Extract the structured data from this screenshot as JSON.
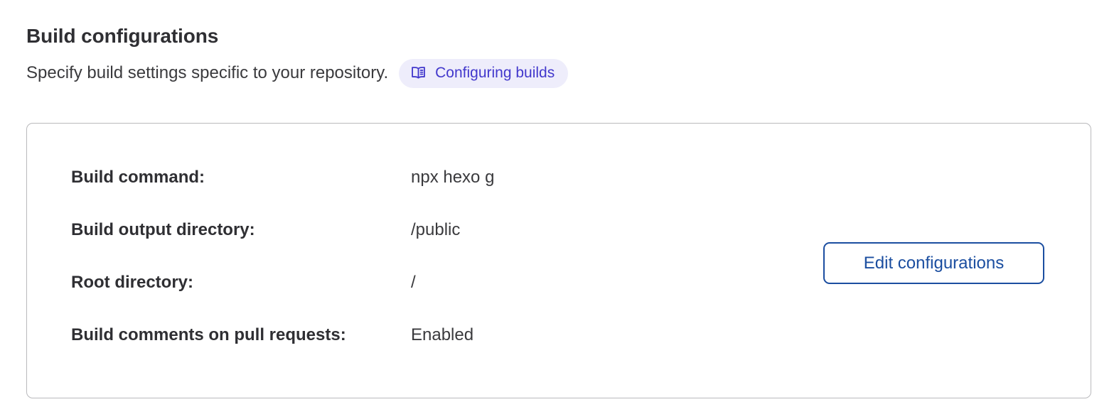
{
  "header": {
    "title": "Build configurations",
    "subtitle": "Specify build settings specific to your repository.",
    "doc_badge": {
      "label": "Configuring builds",
      "icon": "open-book-icon",
      "background_color": "#eeedfb",
      "text_color": "#4238cc"
    }
  },
  "card": {
    "border_color": "#b9b9bc",
    "rows": [
      {
        "label": "Build command:",
        "value": "npx hexo g"
      },
      {
        "label": "Build output directory:",
        "value": "/public"
      },
      {
        "label": "Root directory:",
        "value": "/"
      },
      {
        "label": "Build comments on pull requests:",
        "value": "Enabled"
      }
    ],
    "edit_button": {
      "label": "Edit configurations",
      "border_color": "#1b4ea0",
      "text_color": "#1b4ea0"
    }
  }
}
